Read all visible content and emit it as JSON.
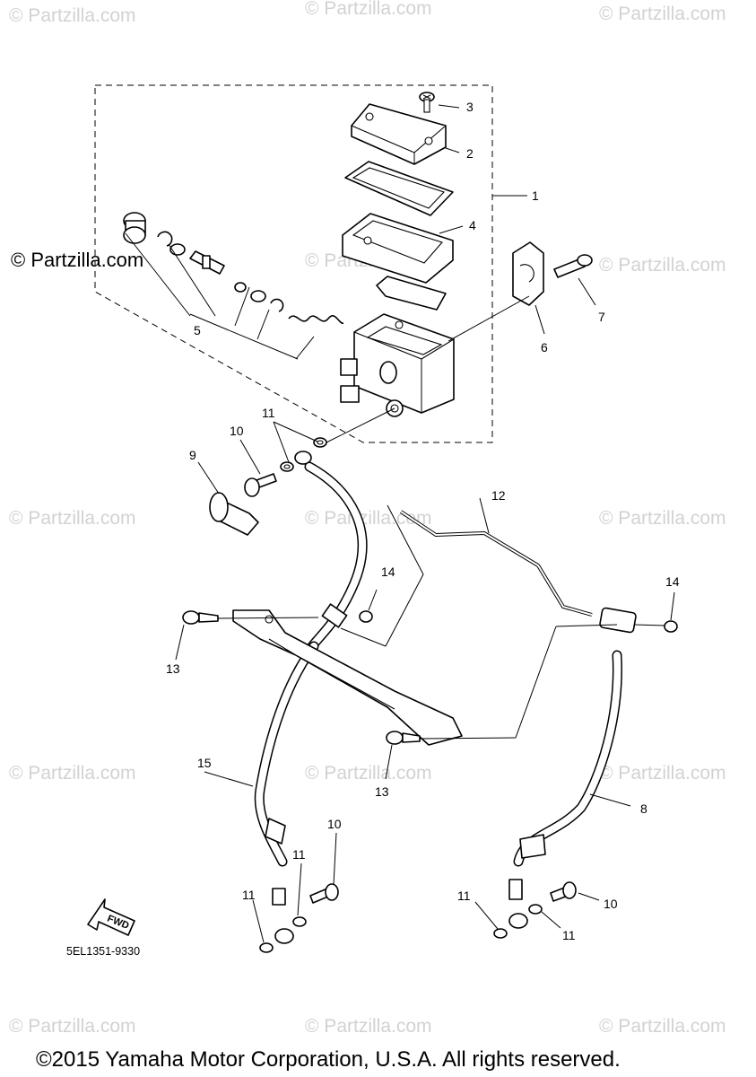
{
  "watermark_text": "© Partzilla.com",
  "watermark_prominent": "© Partzilla.com",
  "diagram_code": "5EL1351-9330",
  "fwd_label": "FWD",
  "copyright": "©2015 Yamaha Motor Corporation, U.S.A. All rights reserved.",
  "callouts": {
    "c1": "1",
    "c2": "2",
    "c3": "3",
    "c4": "4",
    "c5": "5",
    "c6": "6",
    "c7": "7",
    "c8": "8",
    "c9": "9",
    "c10a": "10",
    "c10b": "10",
    "c10c": "10",
    "c11a": "11",
    "c11b": "11",
    "c11c": "11",
    "c11d": "11",
    "c11e": "11",
    "c12": "12",
    "c13a": "13",
    "c13b": "13",
    "c14a": "14",
    "c14b": "14",
    "c15": "15"
  }
}
